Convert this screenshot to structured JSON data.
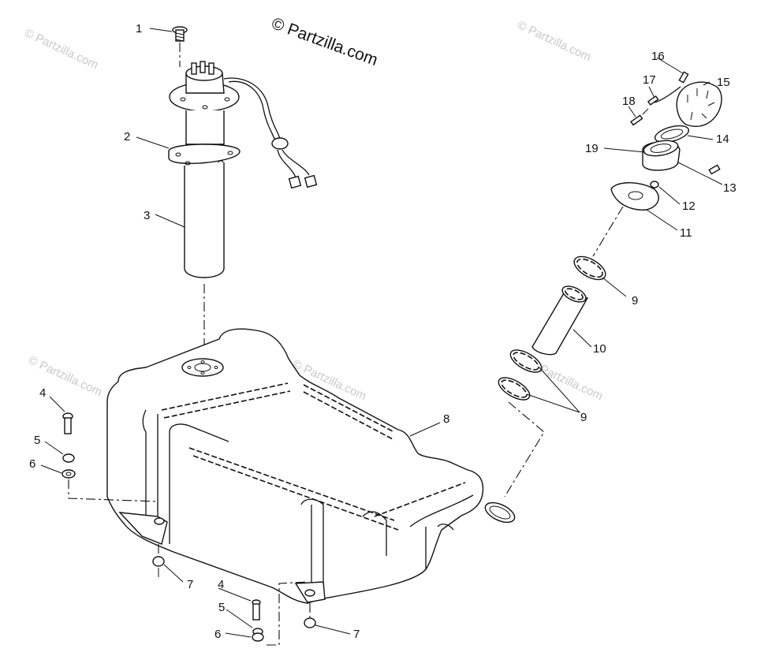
{
  "copyright": "© Partzilla.com",
  "watermark": "© Partzilla.com",
  "callouts": [
    "1",
    "2",
    "3",
    "4",
    "5",
    "6",
    "7",
    "8",
    "9",
    "10",
    "11",
    "12",
    "13",
    "14",
    "15",
    "16",
    "17",
    "18",
    "19"
  ],
  "callout_extra": [
    "4",
    "5",
    "6",
    "7",
    "9",
    "9"
  ]
}
